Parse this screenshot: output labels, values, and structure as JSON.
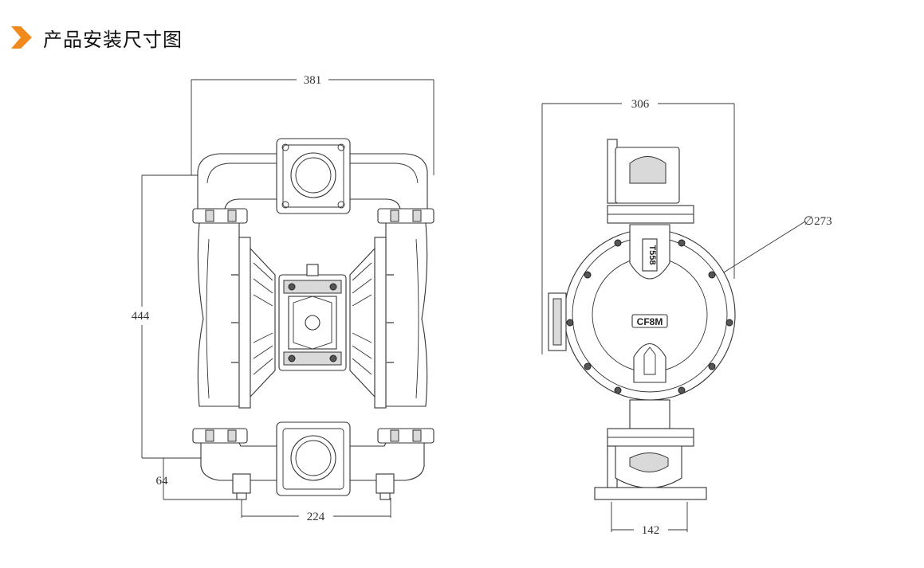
{
  "header": {
    "title": "产品安装尺寸图",
    "icon": "chevron-right-icon",
    "accent": "#f08a1c"
  },
  "front_view": {
    "dims": {
      "width": "381",
      "height": "444",
      "base_offset": "64",
      "foot_spacing": "224"
    }
  },
  "side_view": {
    "dims": {
      "width": "306",
      "body_diameter": "∅273",
      "foot_width": "142"
    },
    "labels": {
      "top": "T558",
      "center": "CF8M"
    }
  }
}
